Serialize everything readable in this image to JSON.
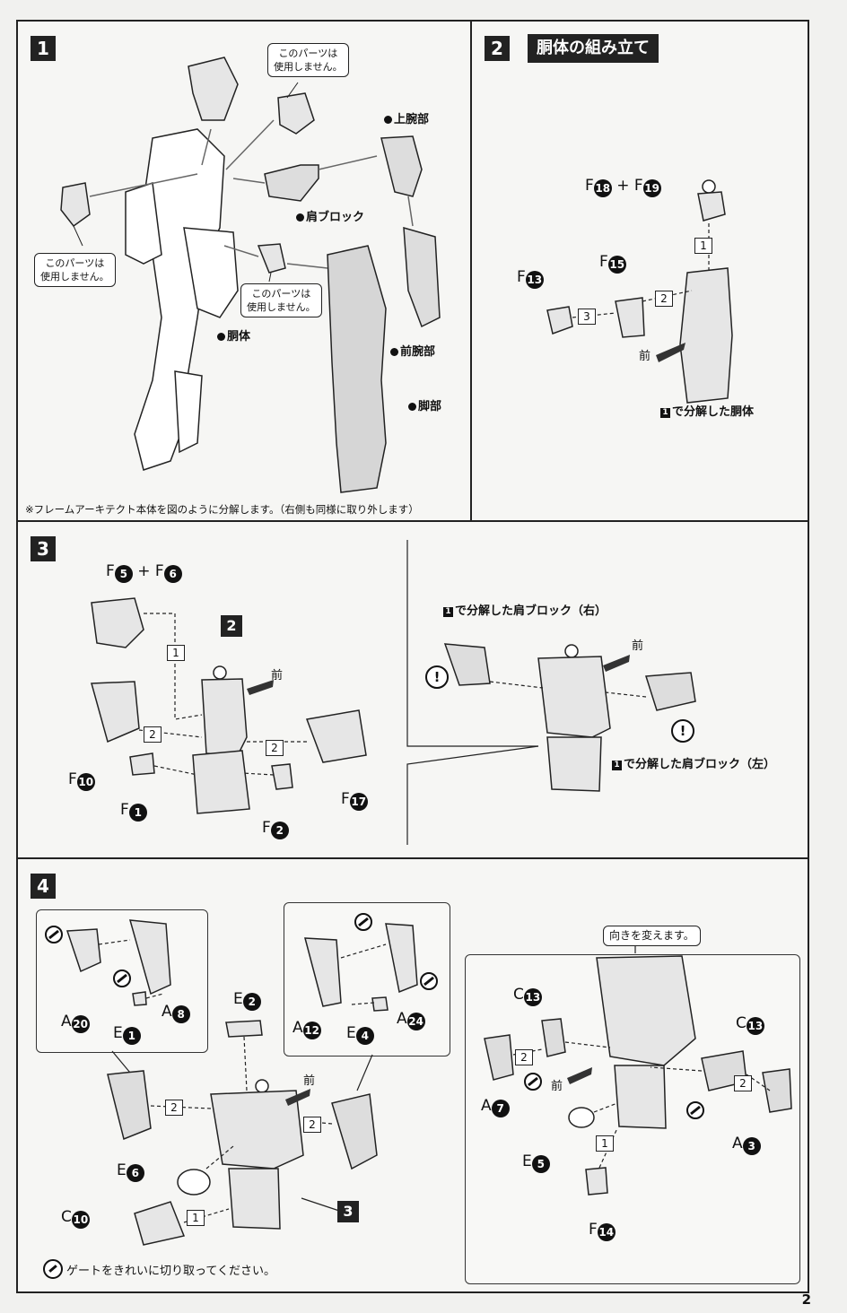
{
  "step1": {
    "number": "1",
    "labels": {
      "upper_arm": "上腕部",
      "shoulder_block": "肩ブロック",
      "torso": "胴体",
      "forearm": "前腕部",
      "leg": "脚部"
    },
    "callouts": {
      "unused_top": [
        "このパーツは",
        "使用しません。"
      ],
      "unused_left": [
        "このパーツは",
        "使用しません。"
      ],
      "unused_mid": [
        "このパーツは",
        "使用しません。"
      ]
    },
    "footnote": "※フレームアーキテクト本体を図のように分解します。（右側も同様に取り外します）"
  },
  "step2": {
    "number": "2",
    "title": "胴体の組み立て",
    "parts": {
      "p_top_a": "F",
      "p_top_a_n": "18",
      "plus": "+",
      "p_top_b": "F",
      "p_top_b_n": "19",
      "p13": "F",
      "p13_n": "13",
      "p15": "F",
      "p15_n": "15"
    },
    "seq": [
      "1",
      "2",
      "3"
    ],
    "front": "前",
    "ref_num": "1",
    "ref_label": "で分解した胴体"
  },
  "step3": {
    "number": "3",
    "parts": {
      "p_a": "F",
      "p_a_n": "5",
      "plus": "+",
      "p_b": "F",
      "p_b_n": "6",
      "p10": "F",
      "p10_n": "10",
      "p1": "F",
      "p1_n": "1",
      "p2": "F",
      "p2_n": "2",
      "p17": "F",
      "p17_n": "17"
    },
    "seq": [
      "1",
      "2",
      "2"
    ],
    "sub_ref": "2",
    "front": "前",
    "front_b": "前",
    "shoulder_right_num": "1",
    "shoulder_right": "で分解した肩ブロック（右）",
    "shoulder_left_num": "1",
    "shoulder_left": "で分解した肩ブロック（左）",
    "warn": "!"
  },
  "step4": {
    "number": "4",
    "parts": {
      "a20": "A",
      "a20_n": "20",
      "e1": "E",
      "e1_n": "1",
      "a8": "A",
      "a8_n": "8",
      "e2": "E",
      "e2_n": "2",
      "a12": "A",
      "a12_n": "12",
      "e4": "E",
      "e4_n": "4",
      "a24": "A",
      "a24_n": "24",
      "e6": "E",
      "e6_n": "6",
      "c10": "C",
      "c10_n": "10",
      "c13a": "C",
      "c13a_n": "13",
      "c13b": "C",
      "c13b_n": "13",
      "a7": "A",
      "a7_n": "7",
      "a3": "A",
      "a3_n": "3",
      "e5": "E",
      "e5_n": "5",
      "f14": "F",
      "f14_n": "14"
    },
    "seq": [
      "2",
      "2",
      "1",
      "2",
      "2",
      "1"
    ],
    "sub_ref": "3",
    "front": "前",
    "front_b": "前",
    "rotate_callout": "向きを変えます。",
    "gate_note": "ゲートをきれいに切り取ってください。"
  },
  "page_number": "2"
}
